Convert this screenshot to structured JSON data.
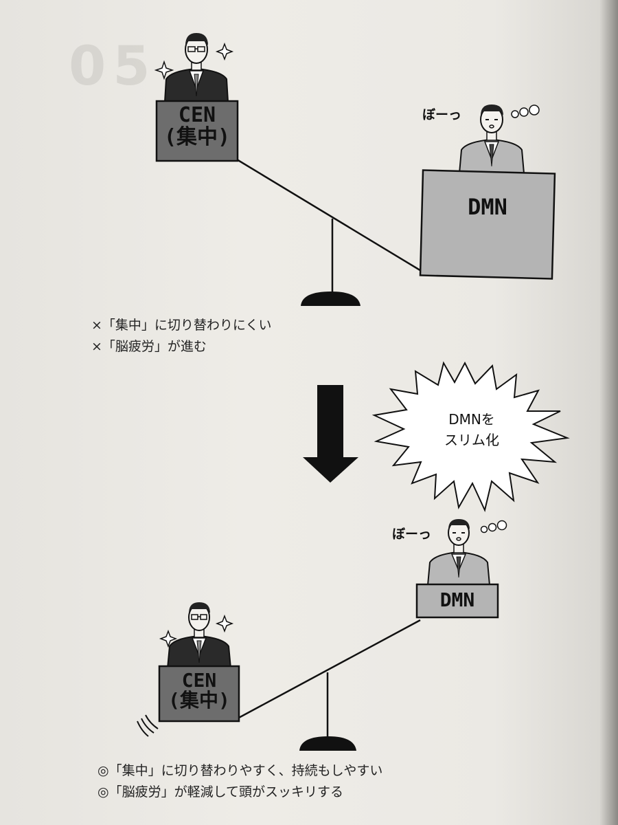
{
  "top": {
    "cen_line1": "CEN",
    "cen_line2": "(集中)",
    "dmn_label": "DMN",
    "thought_text": "ぼーっ",
    "captions": [
      "×「集中」に切り替わりにくい",
      "×「脳疲労」が進む"
    ]
  },
  "burst": {
    "line1": "DMNを",
    "line2": "スリム化"
  },
  "bottom": {
    "cen_line1": "CEN",
    "cen_line2": "(集中)",
    "dmn_label": "DMN",
    "thought_text": "ぼーっ",
    "captions": [
      "◎「集中」に切り替わりやすく、持続もしやすい",
      "◎「脳疲労」が軽減して頭がスッキリする"
    ]
  },
  "colors": {
    "cen_box": "#6d6d6d",
    "dmn_box": "#b4b4b4",
    "ink": "#111111",
    "paper": "#eeece7"
  }
}
